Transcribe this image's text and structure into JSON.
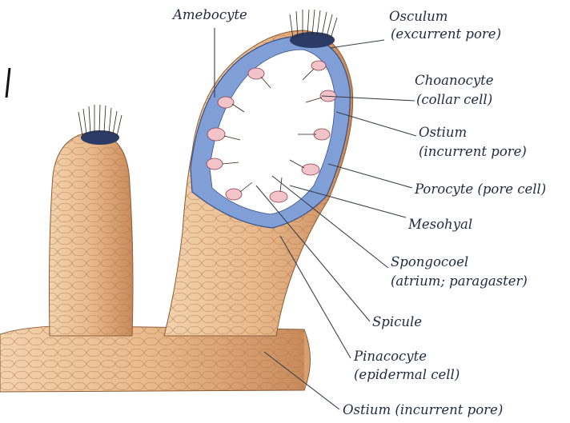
{
  "labels": {
    "amebocyte": "Amebocyte",
    "osculum": "Osculum",
    "osculum_sub": "(excurrent pore)",
    "choanocyte": "Choanocyte",
    "choanocyte_sub": "(collar cell)",
    "ostium": "Ostium",
    "ostium_sub": "(incurrent pore)",
    "porocyte": "Porocyte (pore cell)",
    "mesohyal": "Mesohyal",
    "spongocoel": "Spongocoel",
    "spongocoel_sub": "(atrium; paragaster)",
    "spicule": "Spicule",
    "pinacocyte": "Pinacocyte",
    "pinacocyte_sub": "(epidermal cell)",
    "ostium_base": "Ostium (incurrent pore)"
  },
  "colors": {
    "outer_body": "#e9b98a",
    "outer_body_dark": "#c98a5a",
    "mesohyal": "#7f9fd6",
    "spongocoel": "#ffffff",
    "label_text": "#1f2a40"
  }
}
